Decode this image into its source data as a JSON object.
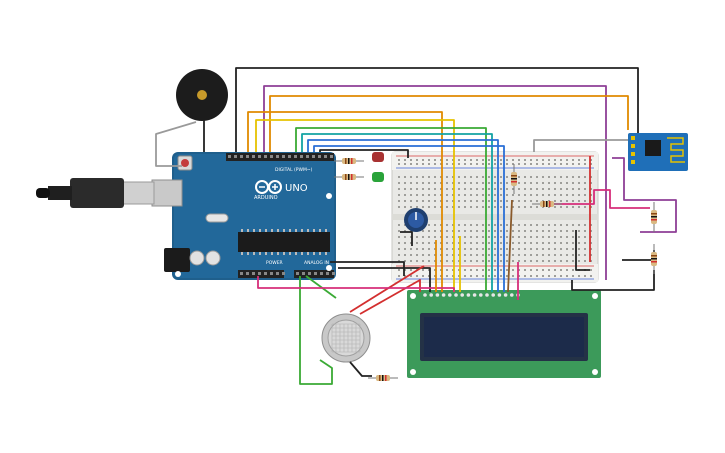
{
  "arduino": {
    "brand": "ARDUINO",
    "model": "UNO",
    "digital_label": "DIGITAL (PWM~)",
    "power_label": "POWER",
    "analog_label": "ANALOG IN"
  },
  "components": {
    "usb": "usb-cable",
    "buzzer": "piezo-buzzer",
    "leds": [
      "red",
      "green"
    ],
    "wifi_module": "esp8266",
    "lcd": "lcd-16x2",
    "gas_sensor": "gas-sensor",
    "potentiometer": "potentiometer",
    "breadboard": "breadboard-half"
  },
  "colors": {
    "board": "#1f5f8c",
    "lcd_body": "#3c9a5a",
    "lcd_screen": "#1c2b4a",
    "esp": "#1f6fb8",
    "wire_black": "#222222",
    "wire_red": "#d32f2f",
    "wire_green": "#3aaa35",
    "wire_orange": "#e08a00",
    "wire_yellow": "#e6c200",
    "wire_purple": "#8e3f96",
    "wire_blue": "#2a6fd6",
    "wire_teal": "#12a3a3",
    "wire_gray": "#9a9a9a",
    "wire_brown": "#8a5a2b",
    "wire_pink": "#d62e7a"
  }
}
